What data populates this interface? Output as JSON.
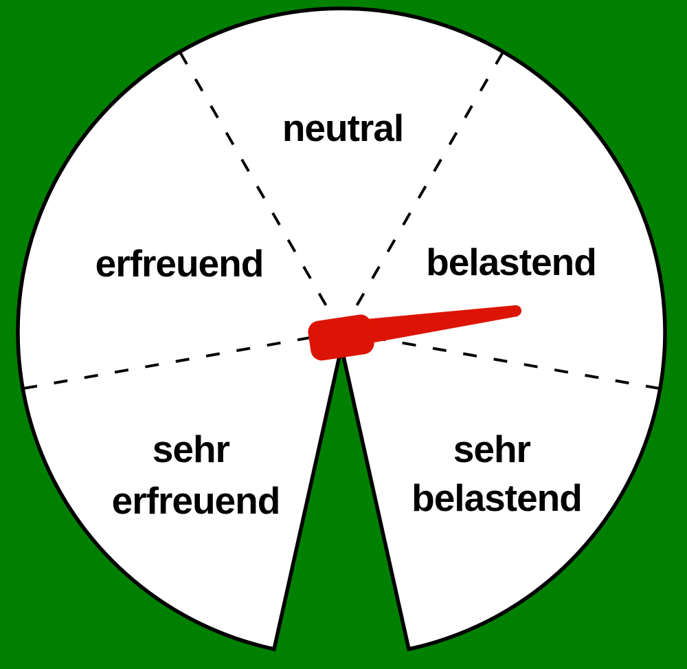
{
  "colors": {
    "background": "#008000",
    "face": "#ffffff",
    "outline": "#000000",
    "text": "#000000",
    "needle": "#dc1405"
  },
  "labels": {
    "top": "neutral",
    "left": "erfreuend",
    "right": "belastend",
    "bottom_left_line1": "sehr",
    "bottom_left_line2": "erfreuend",
    "bottom_right_line1": "sehr",
    "bottom_right_line2": "belastend"
  },
  "needle": {
    "points_toward": "belastend"
  }
}
